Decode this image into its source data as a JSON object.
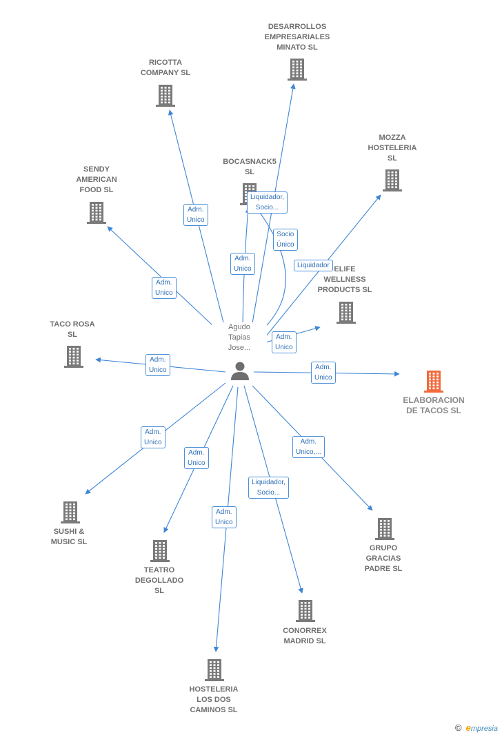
{
  "center": {
    "name": "Agudo\nTapias\nJose...",
    "icon": "person-icon"
  },
  "companies": [
    {
      "id": "desarrollos",
      "name": "DESARROLLOS\nEMPRESARIALES\nMINATO  SL",
      "icon": "building-icon"
    },
    {
      "id": "ricotta",
      "name": "RICOTTA\nCOMPANY SL",
      "icon": "building-icon"
    },
    {
      "id": "mozza",
      "name": "MOZZA\nHOSTELERIA\nSL",
      "icon": "building-icon"
    },
    {
      "id": "bocasnack",
      "name": "BOCASNACK5\nSL",
      "icon": "building-icon"
    },
    {
      "id": "sendy",
      "name": "SENDY\nAMERICAN\nFOOD SL",
      "icon": "building-icon"
    },
    {
      "id": "elife",
      "name": "ELIFE\nWELLNESS\nPRODUCTS  SL",
      "icon": "building-icon"
    },
    {
      "id": "tacorosa",
      "name": "TACO ROSA\nSL",
      "icon": "building-icon"
    },
    {
      "id": "elaboracion",
      "name": "ELABORACION\nDE TACOS  SL",
      "icon": "building-icon",
      "highlight": true
    },
    {
      "id": "sushi",
      "name": "SUSHI &\nMUSIC SL",
      "icon": "building-icon"
    },
    {
      "id": "teatro",
      "name": "TEATRO\nDEGOLLADO\nSL",
      "icon": "building-icon"
    },
    {
      "id": "grupo",
      "name": "GRUPO\nGRACIAS\nPADRE  SL",
      "icon": "building-icon"
    },
    {
      "id": "conorrex",
      "name": "CONORREX\nMADRID  SL",
      "icon": "building-icon"
    },
    {
      "id": "hosteleria",
      "name": "HOSTELERIA\nLOS DOS\nCAMINOS SL",
      "icon": "building-icon"
    }
  ],
  "edges": [
    {
      "to": "desarrollos",
      "label": "Adm.\nUnico"
    },
    {
      "to": "ricotta",
      "label": "Adm.\nUnico"
    },
    {
      "to": "bocasnack",
      "label": "Liquidador,\nSocio..."
    },
    {
      "to": "bocasnack",
      "label": "Socio\nÚnico"
    },
    {
      "to": "mozza",
      "label": "Liquidador"
    },
    {
      "to": "sendy",
      "label": "Adm.\nUnico"
    },
    {
      "to": "elife",
      "label": "Adm.\nUnico"
    },
    {
      "to": "tacorosa",
      "label": "Adm.\nUnico"
    },
    {
      "to": "elaboracion",
      "label": "Adm.\nUnico"
    },
    {
      "to": "sushi",
      "label": "Adm.\nUnico"
    },
    {
      "to": "teatro",
      "label": "Adm.\nUnico"
    },
    {
      "to": "grupo",
      "label": "Adm.\nUnico,..."
    },
    {
      "to": "conorrex",
      "label": "Liquidador,\nSocio..."
    },
    {
      "to": "hosteleria",
      "label": "Adm.\nUnico"
    }
  ],
  "colors": {
    "edge": "#3d85d6",
    "building": "#7a7a7a",
    "highlight": "#f26a3c",
    "person": "#6e6e6e"
  },
  "footer": {
    "copyright": "©",
    "brand_initial": "e",
    "brand_rest": "mpresia"
  }
}
